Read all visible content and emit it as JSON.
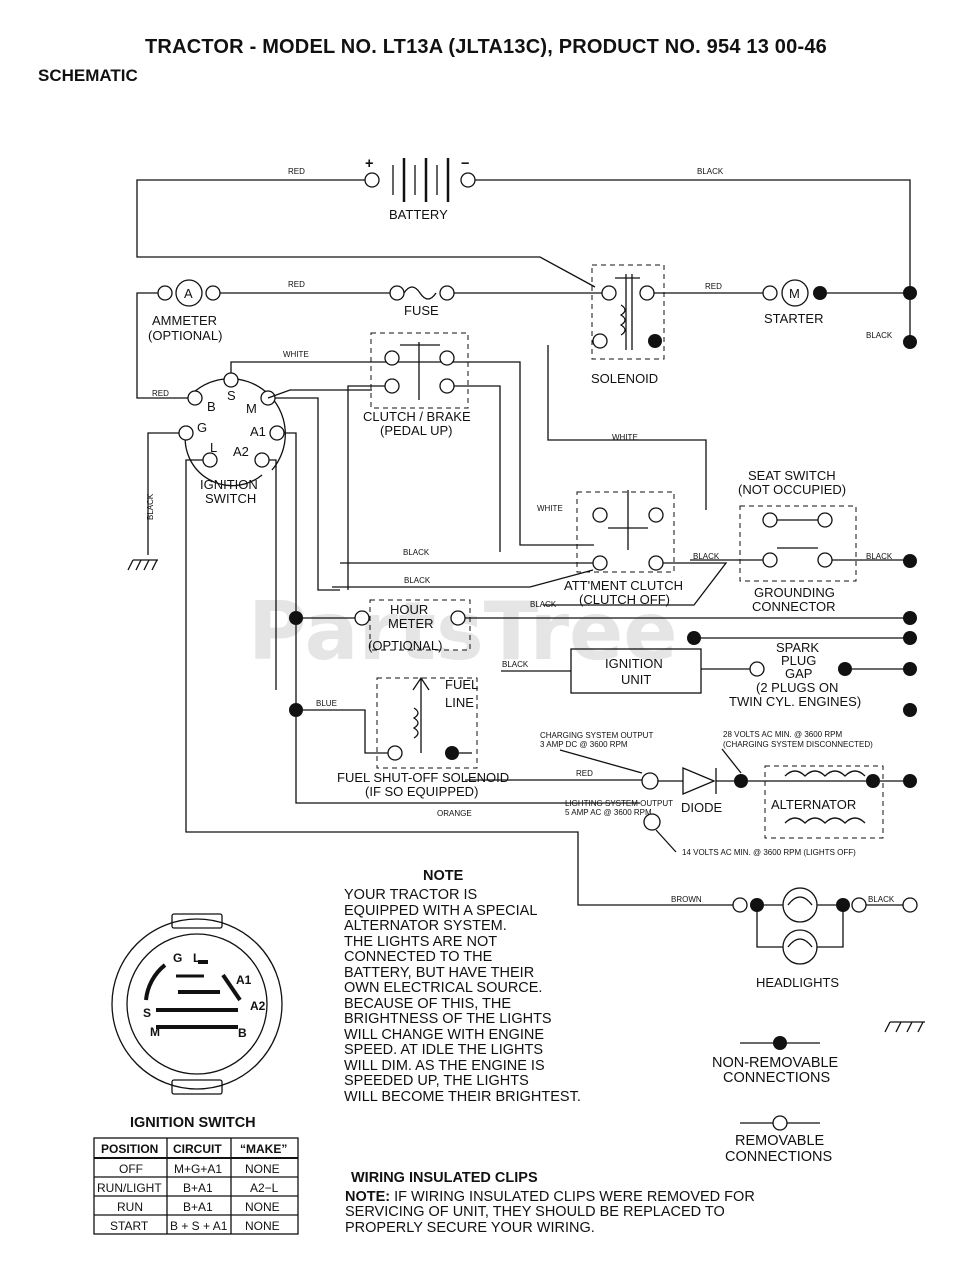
{
  "header": {
    "title": "TRACTOR - MODEL NO. LT13A (JLTA13C), PRODUCT NO. 954 13 00-46",
    "subtitle": "SCHEMATIC"
  },
  "components": {
    "battery": "BATTERY",
    "ammeter_line1": "AMMETER",
    "ammeter_line2": "(OPTIONAL)",
    "ammeter_symbol": "A",
    "fuse": "FUSE",
    "solenoid": "SOLENOID",
    "starter": "STARTER",
    "starter_symbol": "M",
    "clutch_line1": "CLUTCH / BRAKE",
    "clutch_line2": "(PEDAL UP)",
    "ignition_line1": "IGNITION",
    "ignition_line2": "SWITCH",
    "seat_line1": "SEAT SWITCH",
    "seat_line2": "(NOT OCCUPIED)",
    "attment_line1": "ATT'MENT CLUTCH",
    "attment_line2": "(CLUTCH OFF)",
    "grounding_line1": "GROUNDING",
    "grounding_line2": "CONNECTOR",
    "hour_line1": "HOUR",
    "hour_line2": "METER",
    "hour_line3": "(OPTIONAL)",
    "ign_unit_line1": "IGNITION",
    "ign_unit_line2": "UNIT",
    "spark_line1": "SPARK",
    "spark_line2": "PLUG",
    "spark_line3": "GAP",
    "spark_line4": "(2 PLUGS ON",
    "spark_line5": "TWIN CYL. ENGINES)",
    "fuel_line1": "FUEL",
    "fuel_line2": "LINE",
    "fuel_sol_line1": "FUEL SHUT-OFF SOLENOID",
    "fuel_sol_line2": "(IF SO EQUIPPED)",
    "diode": "DIODE",
    "alternator": "ALTERNATOR",
    "headlights": "HEADLIGHTS",
    "charging_line1": "CHARGING SYSTEM OUTPUT",
    "charging_line2": "3 AMP DC @ 3600 RPM",
    "ac28_line1": "28 VOLTS AC MIN. @ 3600 RPM",
    "ac28_line2": "(CHARGING SYSTEM DISCONNECTED)",
    "lighting_line1": "LIGHTING SYSTEM OUTPUT",
    "lighting_line2": "5 AMP AC @ 3600 RPM",
    "ac14": "14 VOLTS AC MIN. @ 3600 RPM (LIGHTS OFF)"
  },
  "terminals": {
    "S": "S",
    "B": "B",
    "M": "M",
    "G": "G",
    "L": "L",
    "A1": "A1",
    "A2": "A2",
    "plus": "+",
    "minus": "−"
  },
  "wires": {
    "red": "RED",
    "black": "BLACK",
    "white": "WHITE",
    "blue": "BLUE",
    "orange": "ORANGE",
    "brown": "BROWN"
  },
  "note": {
    "heading": "NOTE",
    "lines": [
      "YOUR TRACTOR IS",
      "EQUIPPED WITH A SPECIAL",
      "ALTERNATOR SYSTEM.",
      "THE LIGHTS ARE NOT",
      "CONNECTED TO THE",
      "BATTERY, BUT HAVE THEIR",
      "OWN ELECTRICAL SOURCE.",
      "BECAUSE OF THIS, THE",
      "BRIGHTNESS OF THE LIGHTS",
      "WILL CHANGE WITH ENGINE",
      "SPEED.  AT IDLE THE LIGHTS",
      "WILL DIM.  AS THE ENGINE IS",
      "SPEEDED UP, THE LIGHTS",
      "WILL BECOME THEIR BRIGHTEST."
    ]
  },
  "legend": {
    "nonremovable_line1": "NON-REMOVABLE",
    "nonremovable_line2": "CONNECTIONS",
    "removable_line1": "REMOVABLE",
    "removable_line2": "CONNECTIONS"
  },
  "switch_table": {
    "caption": "IGNITION SWITCH",
    "headers": [
      "POSITION",
      "CIRCUIT",
      "“MAKE”"
    ],
    "rows": [
      [
        "OFF",
        "M+G+A1",
        "NONE"
      ],
      [
        "RUN/LIGHT",
        "B+A1",
        "A2−L"
      ],
      [
        "RUN",
        "B+A1",
        "NONE"
      ],
      [
        "START",
        "B + S + A1",
        "NONE"
      ]
    ]
  },
  "clips": {
    "heading": "WIRING INSULATED CLIPS",
    "note_label": "NOTE:",
    "line1": " IF WIRING INSULATED CLIPS WERE REMOVED FOR",
    "line2": "SERVICING OF UNIT, THEY SHOULD BE REPLACED TO",
    "line3": "PROPERLY SECURE YOUR WIRING."
  },
  "watermark": "PartsTree"
}
